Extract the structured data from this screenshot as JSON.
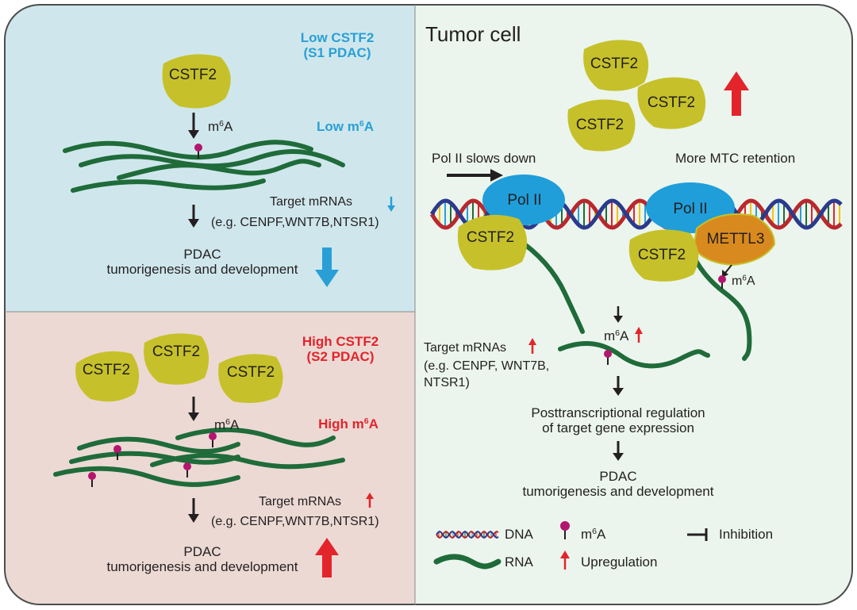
{
  "colors": {
    "panel_top_left_bg": "#cfe7ec",
    "panel_bottom_left_bg": "#ecd9d4",
    "panel_right_bg": "#ebf5ed",
    "protein_yellow": "#c6c12a",
    "pol_blue": "#1f9ed9",
    "mettl3_orange": "#d98a1e",
    "rna_green": "#1f6b3a",
    "m6a_magenta": "#b3166e",
    "arrow_blue": "#2a9fd6",
    "arrow_red": "#e3242b",
    "text_dark": "#231f20"
  },
  "top_left": {
    "title_line1": "Low CSTF2",
    "title_line2": "(S1 PDAC)",
    "protein": "CSTF2",
    "mark_m6a": "m",
    "mark_sup": "6",
    "mark_a": "A",
    "level_prefix": "Low m",
    "level_sup": "6",
    "level_suffix": "A",
    "targets_label": "Target mRNAs",
    "targets_examples": "(e.g. CENPF,WNT7B,NTSR1)",
    "outcome_line1": "PDAC",
    "outcome_line2": "tumorigenesis and development"
  },
  "bottom_left": {
    "title_line1": "High CSTF2",
    "title_line2": "(S2 PDAC)",
    "proteins": [
      "CSTF2",
      "CSTF2",
      "CSTF2"
    ],
    "mark_m6a": "m",
    "mark_sup": "6",
    "mark_a": "A",
    "level_prefix": "High m",
    "level_sup": "6",
    "level_suffix": "A",
    "targets_label": "Target mRNAs",
    "targets_examples": "(e.g. CENPF,WNT7B,NTSR1)",
    "outcome_line1": "PDAC",
    "outcome_line2": "tumorigenesis and development"
  },
  "right": {
    "title": "Tumor cell",
    "proteins": [
      "CSTF2",
      "CSTF2",
      "CSTF2"
    ],
    "pol_slows": "Pol II slows down",
    "more_mtc": "More MTC retention",
    "pol_label": "Pol II",
    "cstf2_label": "CSTF2",
    "mettl3_label": "METTL3",
    "m6a_m": "m",
    "m6a_sup": "6",
    "m6a_a": "A",
    "targets_label": "Target mRNAs",
    "targets_examples_line1": "(e.g. CENPF, WNT7B,",
    "targets_examples_line2": "NTSR1)",
    "reg_line1": "Posttranscriptional regulation",
    "reg_line2": "of target gene expression",
    "outcome_line1": "PDAC",
    "outcome_line2": "tumorigenesis and development"
  },
  "legend": {
    "dna": "DNA",
    "rna": "RNA",
    "m6a_m": "m",
    "m6a_sup": "6",
    "m6a_a": "A",
    "upregulation": "Upregulation",
    "inhibition": "Inhibition"
  }
}
